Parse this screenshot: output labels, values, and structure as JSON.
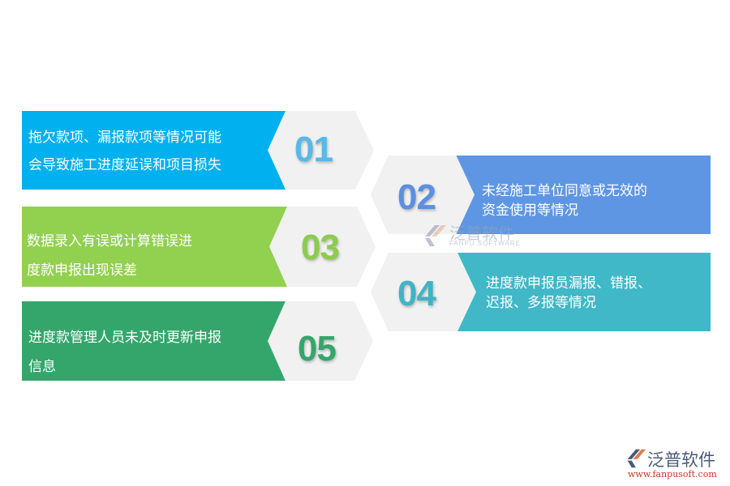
{
  "items": [
    {
      "number": "01",
      "color": "#00b0ef",
      "number_color": "#58b8e8",
      "lines": [
        "拖欠款项、漏报款项等情况可能",
        "会导致施工进度延误和项目损失"
      ]
    },
    {
      "number": "02",
      "color": "#5e96e4",
      "number_color": "#5b8fe0",
      "lines": [
        "未经施工单位同意或无效的",
        "资金使用等情况"
      ]
    },
    {
      "number": "03",
      "color": "#92d050",
      "number_color": "#8ccc4c",
      "lines": [
        "数据录入有误或计算错误进",
        "度款申报出现误差"
      ]
    },
    {
      "number": "04",
      "color": "#40b8c8",
      "number_color": "#3fb4c6",
      "lines": [
        "进度款申报员漏报、错报、",
        "迟报、多报等情况"
      ]
    },
    {
      "number": "05",
      "color": "#34a66c",
      "number_color": "#34a66c",
      "lines": [
        "进度款管理人员未及时更新申报",
        "信息"
      ]
    }
  ],
  "watermark": {
    "name": "泛普软件",
    "subtitle": "FANPU SOFTWARE"
  },
  "logo": {
    "name": "泛普软件",
    "url": "www.fanpusoft.com"
  }
}
